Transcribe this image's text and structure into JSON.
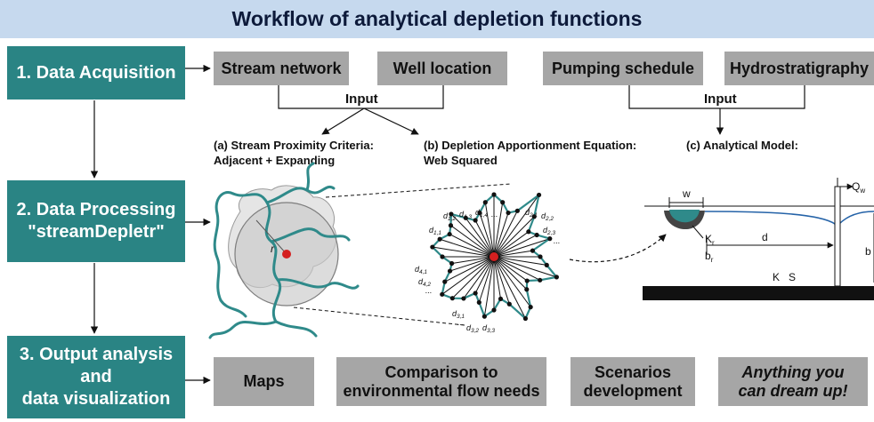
{
  "title": "Workflow of analytical depletion functions",
  "stages": [
    {
      "label_lines": [
        "1. Data Acquisition"
      ]
    },
    {
      "label_lines": [
        "2. Data Processing",
        "\"streamDepletr\""
      ]
    },
    {
      "label_lines": [
        "3. Output analysis",
        "and",
        "data visualization"
      ]
    }
  ],
  "inputs": {
    "stream_network": "Stream network",
    "well_location": "Well location",
    "pumping_schedule": "Pumping schedule",
    "hydrostratigraphy": "Hydrostratigraphy",
    "input_label": "Input"
  },
  "captions": {
    "a_line1": "(a) Stream Proximity Criteria:",
    "a_line2": "Adjacent + Expanding",
    "b_line1": "(b) Depletion Apportionment Equation:",
    "b_line2": "Web Squared",
    "c_line1": "(c) Analytical Model:"
  },
  "model_labels": {
    "w": "w",
    "q": "Q",
    "q_sub": "w",
    "k": "K",
    "k_sub": "r",
    "b": "b",
    "b_sub": "r",
    "d": "d",
    "b_right": "b",
    "ks": "K   S"
  },
  "proximity_labels": {
    "r": "r"
  },
  "web_labels": [
    {
      "text": "d",
      "sub": "1,2"
    },
    {
      "text": "d",
      "sub": "1,3"
    },
    {
      "text": "d",
      "sub": "1,4"
    },
    {
      "text": "d",
      "sub": "1,1"
    },
    {
      "text": "d",
      "sub": "2,1"
    },
    {
      "text": "d",
      "sub": "2,2"
    },
    {
      "text": "d",
      "sub": "2,3"
    },
    {
      "text": "d",
      "sub": "4,1"
    },
    {
      "text": "d",
      "sub": "4,2"
    },
    {
      "text": "d",
      "sub": "3,1"
    },
    {
      "text": "d",
      "sub": "3,2"
    },
    {
      "text": "d",
      "sub": "3,3"
    }
  ],
  "ellipses": [
    "...",
    "...",
    "...",
    "..."
  ],
  "outputs": {
    "maps": "Maps",
    "comparison_lines": [
      "Comparison to",
      "environmental flow needs"
    ],
    "scenarios_lines": [
      "Scenarios",
      "development"
    ],
    "anything_lines": [
      "Anything you",
      "can dream up!"
    ]
  },
  "colors": {
    "stage": "#2a8484",
    "header": "#c6d9ee",
    "box": "#a6a6a6",
    "stream": "#2f8a8a",
    "well": "#d42020",
    "water": "#2563a8"
  }
}
